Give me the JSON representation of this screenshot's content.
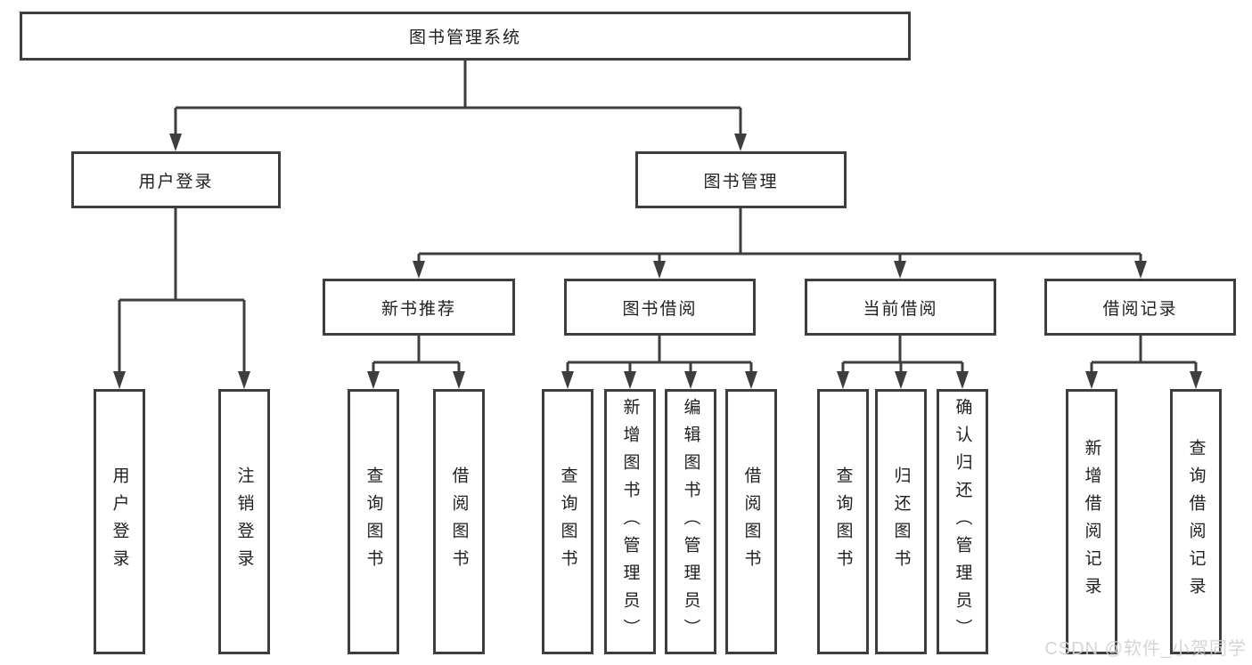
{
  "diagram": {
    "root": {
      "label": "图书管理系统"
    },
    "level2": [
      {
        "label": "用户登录"
      },
      {
        "label": "图书管理"
      }
    ],
    "level3": [
      {
        "label": "新书推荐"
      },
      {
        "label": "图书借阅"
      },
      {
        "label": "当前借阅"
      },
      {
        "label": "借阅记录"
      }
    ],
    "leaves": {
      "user_login": [
        {
          "label": "用户登录"
        },
        {
          "label": "注销登录"
        }
      ],
      "new_book": [
        {
          "label": "查询图书"
        },
        {
          "label": "借阅图书"
        }
      ],
      "book_borrowing": [
        {
          "label": "查询图书"
        },
        {
          "label": "新增图书（管理员）"
        },
        {
          "label": "编辑图书（管理员）"
        },
        {
          "label": "借阅图书"
        }
      ],
      "current_borrowing": [
        {
          "label": "查询图书"
        },
        {
          "label": "归还图书"
        },
        {
          "label": "确认归还（管理员）"
        }
      ],
      "borrowing_records": [
        {
          "label": "新增借阅记录"
        },
        {
          "label": "查询借阅记录"
        }
      ]
    },
    "colors": {
      "line": "#3e3e3e",
      "box_border": "#3e3e3e",
      "background": "#ffffff",
      "text": "#1f1f1f",
      "watermark": "#ced3d3"
    }
  },
  "watermark": {
    "text": "CSDN @软件_小贺同学"
  }
}
